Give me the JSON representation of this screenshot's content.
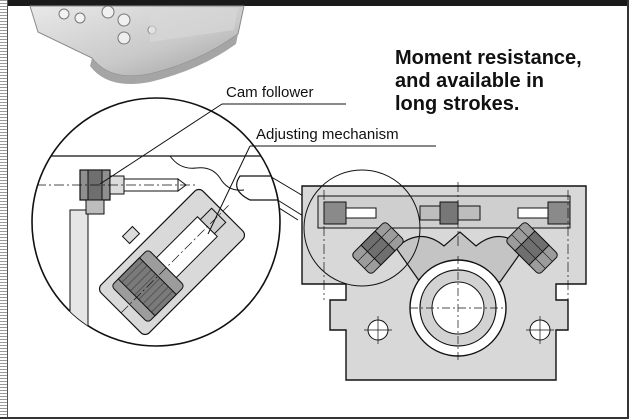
{
  "headline": {
    "line1": "Moment resistance,",
    "line2": "and available in",
    "line3": "long strokes."
  },
  "callouts": {
    "cam_follower": "Cam follower",
    "adjusting_mechanism": "Adjusting mechanism"
  },
  "colors": {
    "ink": "#111111",
    "body_fill": "#d8d8d8",
    "body_shadow": "#bdbdbd",
    "roller_dark": "#6f6f6f",
    "roller_mid": "#9c9c9c",
    "frame": "#1a1a1a"
  }
}
